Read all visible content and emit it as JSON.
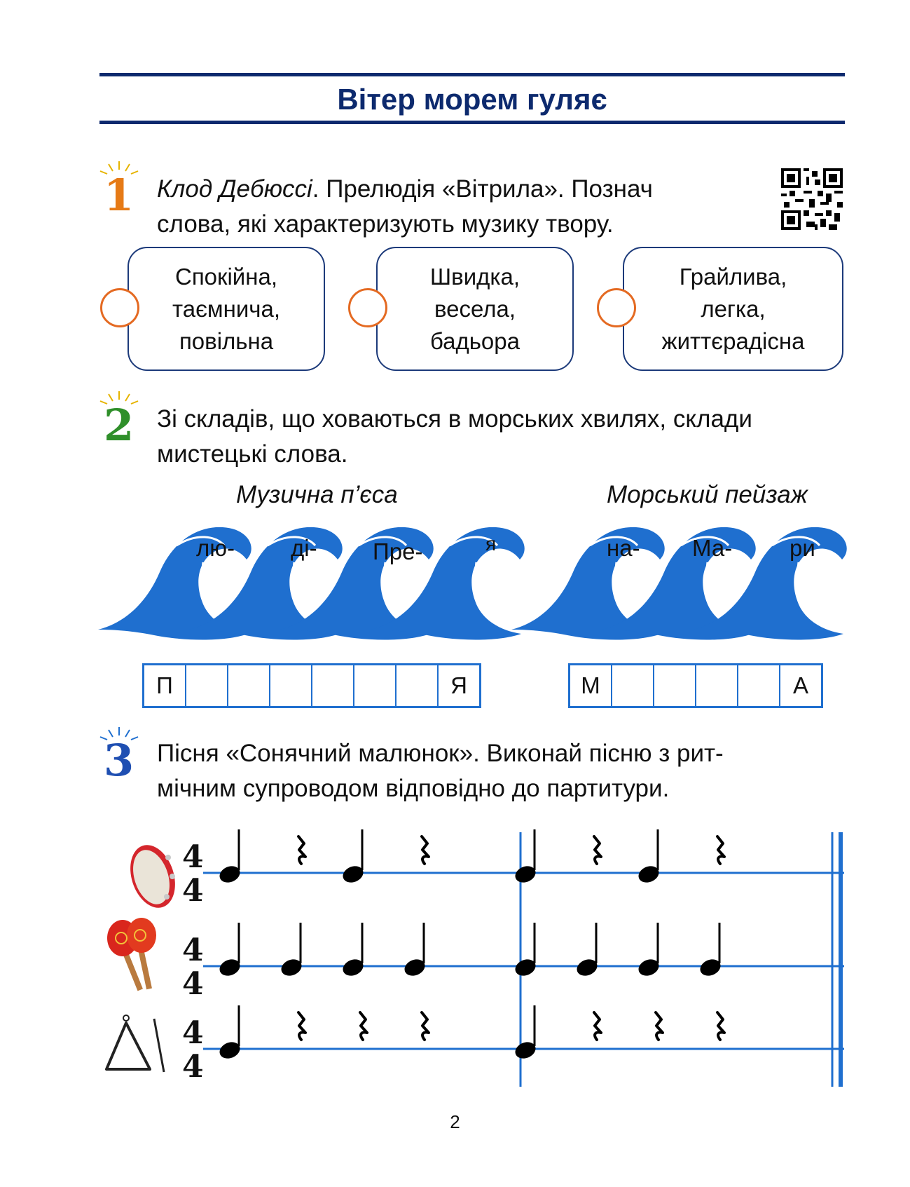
{
  "header": {
    "title": "Вітер морем гуляє"
  },
  "task1": {
    "number": "1",
    "text_italic": "Клод Дебюссі",
    "text_rest": ". Прелюдія «Вітрила». Позначслова, які характеризують музику твору.",
    "line1_after": ". Прелюдія «Вітрила». Познач",
    "line2": "слова, які характеризують музику твору.",
    "options": [
      {
        "lines": [
          "Спокійна,",
          "таємнича,",
          "повільна"
        ]
      },
      {
        "lines": [
          "Швидка,",
          "весела,",
          "бадьора"
        ]
      },
      {
        "lines": [
          "Грайлива,",
          "легка,",
          "життєрадісна"
        ]
      }
    ]
  },
  "task2": {
    "number": "2",
    "line1": "Зі складів, що ховаються в морських хвилях, склади",
    "line2": "мистецькі слова.",
    "left": {
      "caption": "Музична п’єса",
      "syllables": [
        "лю-",
        "ді-",
        "Пре-",
        "я"
      ],
      "cells": [
        "П",
        "",
        "",
        "",
        "",
        "",
        "",
        "Я"
      ]
    },
    "right": {
      "caption": "Морський пейзаж",
      "syllables": [
        "на-",
        "Ма-",
        "ри"
      ],
      "cells": [
        "М",
        "",
        "",
        "",
        "",
        "А"
      ]
    }
  },
  "task3": {
    "number": "3",
    "line1": "Пісня «Сонячний малюнок». Виконай пісню з рит-",
    "line2": "мічним супроводом відповідно до партитури.",
    "time_signature": {
      "top": "4",
      "bottom": "4"
    },
    "instruments": [
      "tambourine-icon",
      "maracas-icon",
      "triangle-icon"
    ],
    "rhythm": [
      [
        "note",
        "rest",
        "note",
        "rest",
        "|",
        "note",
        "rest",
        "note",
        "rest"
      ],
      [
        "note",
        "note",
        "note",
        "note",
        "|",
        "note",
        "note",
        "note",
        "note"
      ],
      [
        "note",
        "rest",
        "rest",
        "rest",
        "|",
        "note",
        "rest",
        "rest",
        "rest"
      ]
    ]
  },
  "footer": {
    "page_number": "2"
  },
  "colors": {
    "title": "#0d2a6e",
    "wave": "#1f6fcf",
    "circle": "#e46a22",
    "num1": "#e67a16",
    "num2": "#2f8f2a",
    "num3": "#1f4fb2"
  }
}
